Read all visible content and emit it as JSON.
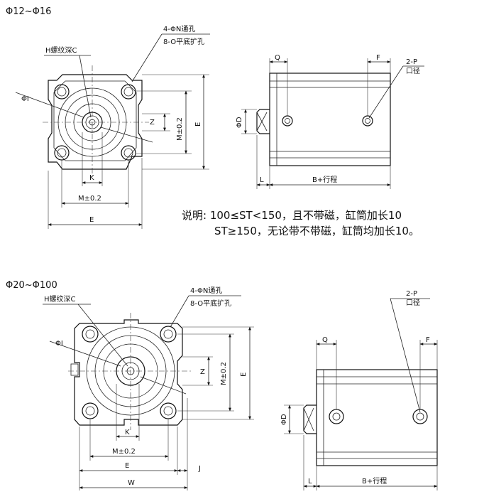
{
  "top": {
    "range_title": "Φ12~Φ16",
    "labels": {
      "holes_line1": "4-ΦN通孔",
      "holes_line2": "8-O平底扩孔",
      "thread": "H螺纹深C",
      "phi_i": "ΦI",
      "z": "Z",
      "m_vertical": "M±0.2",
      "e_vertical": "E",
      "k": "K",
      "m_horizontal": "M±0.2",
      "e_horizontal": "E",
      "q": "Q",
      "f": "F",
      "port_line1": "2-P",
      "port_line2": "口径",
      "phi_d": "ΦD",
      "l": "L",
      "stroke": "B+行程"
    }
  },
  "note": {
    "line1": "说明: 100≤ST<150，且不带磁，缸筒加长10",
    "line2": "ST≥150，无论带不带磁，缸筒均加长10。"
  },
  "bottom": {
    "range_title": "Φ20~Φ100",
    "labels": {
      "holes_line1": "4-ΦN通孔",
      "holes_line2": "8-O平底扩孔",
      "thread": "H螺纹深C",
      "phi_i": "ΦI",
      "z": "Z",
      "m_vertical": "M±0.2",
      "e_vertical": "E",
      "k": "K",
      "m_horizontal": "M±0.2",
      "e_horizontal": "E",
      "j": "J",
      "w": "W",
      "port_line1": "2-P",
      "port_line2": "口径",
      "q": "Q",
      "f": "F",
      "phi_d": "ΦD",
      "l": "L",
      "stroke": "B+行程"
    }
  }
}
